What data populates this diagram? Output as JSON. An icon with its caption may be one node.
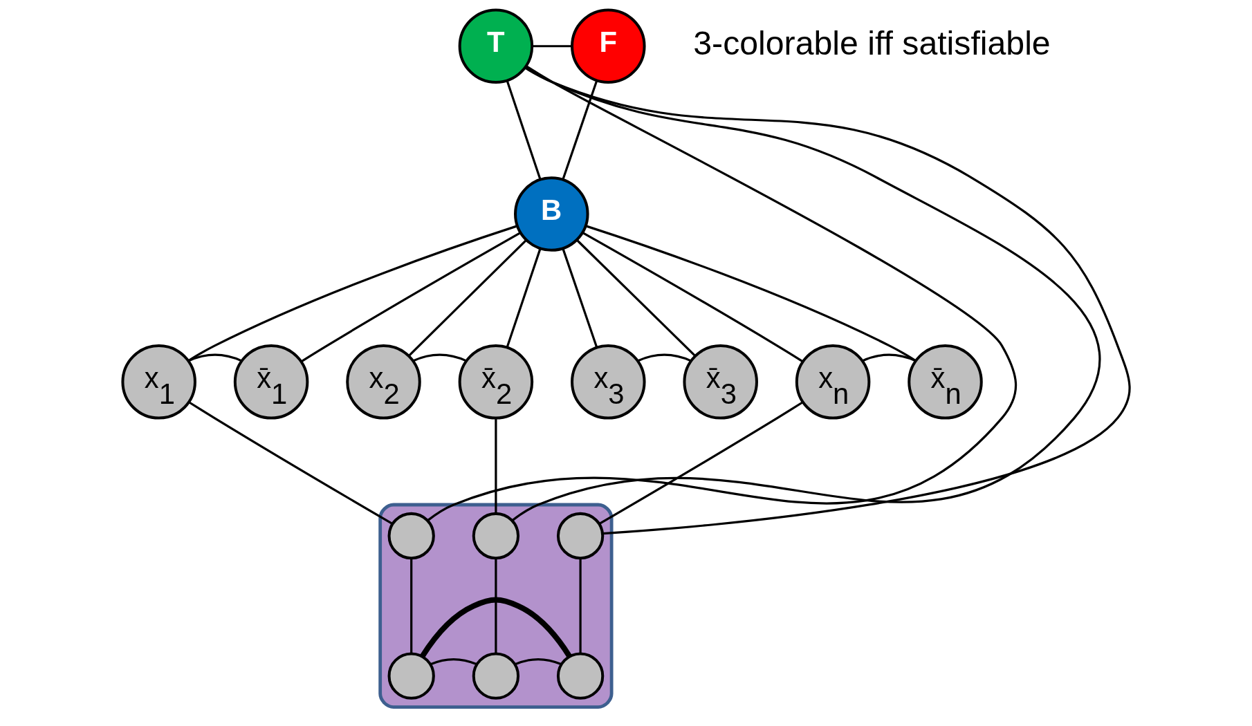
{
  "diagram": {
    "nodes": [
      {
        "text": [
          "T"
        ]
      },
      {
        "text": [
          "F"
        ]
      },
      {
        "text": [
          "B"
        ]
      },
      {
        "text": [
          "x$_{1}$"
        ]
      },
      {
        "text": [
          "x̄$_{1}$"
        ]
      },
      {
        "text": [
          "x$_{2}$"
        ]
      },
      {
        "text": [
          "x̄$_{2}$"
        ]
      },
      {
        "text": [
          "x$_{3}$"
        ]
      },
      {
        "text": [
          "x̄$_{3}$"
        ]
      },
      {
        "text": [
          "x$_{n}$"
        ]
      },
      {
        "text": [
          "x̄$_{n}$"
        ]
      },
      {
        "text": [],
        "shape": "box"
      },
      {
        "text": [],
        "shape": "circle",
        "in": 11
      },
      {
        "text": [],
        "shape": "circle",
        "in": 11
      },
      {
        "text": [],
        "shape": "circle",
        "in": 11
      },
      {
        "text": [],
        "shape": "circle",
        "in": 11
      },
      {
        "text": [],
        "shape": "circle",
        "in": 11
      },
      {
        "text": [],
        "shape": "circle",
        "in": 11
      }
    ],
    "edges": [
      {
        "from": 0,
        "to": 1,
        "arrow": "none"
      },
      {
        "from": 0,
        "to": 2,
        "arrow": "none"
      },
      {
        "from": 1,
        "to": 2,
        "arrow": "none"
      },
      {
        "from": 2,
        "to": 3,
        "arrow": "none"
      },
      {
        "from": 2,
        "to": 4,
        "arrow": "none"
      },
      {
        "from": 2,
        "to": 5,
        "arrow": "none"
      },
      {
        "from": 2,
        "to": 6,
        "arrow": "none"
      },
      {
        "from": 2,
        "to": 7,
        "arrow": "none"
      },
      {
        "from": 2,
        "to": 8,
        "arrow": "none"
      },
      {
        "from": 2,
        "to": 9,
        "arrow": "none"
      },
      {
        "from": 2,
        "to": 10,
        "arrow": "none"
      },
      {
        "from": 3,
        "to": 4,
        "arrow": "none"
      },
      {
        "from": 5,
        "to": 6,
        "arrow": "none"
      },
      {
        "from": 7,
        "to": 8,
        "arrow": "none"
      },
      {
        "from": 9,
        "to": 10,
        "arrow": "none"
      },
      {
        "from": 0,
        "to": 12,
        "arrow": "none"
      },
      {
        "from": 0,
        "to": 13,
        "arrow": "none"
      },
      {
        "from": 0,
        "to": 14,
        "arrow": "none"
      },
      {
        "from": 3,
        "to": 12,
        "arrow": "none"
      },
      {
        "from": 6,
        "to": 13,
        "arrow": "none"
      },
      {
        "from": 9,
        "to": 14,
        "arrow": "none"
      },
      {
        "from": 12,
        "to": 15,
        "arrow": "none"
      },
      {
        "from": 13,
        "to": 16,
        "arrow": "none"
      },
      {
        "from": 14,
        "to": 17,
        "arrow": "none"
      },
      {
        "from": 15,
        "to": 16,
        "arrow": "none"
      },
      {
        "from": 16,
        "to": 17,
        "arrow": "none"
      },
      {
        "from": 15,
        "to": 17,
        "arrow": "none",
        "style": "thick"
      }
    ],
    "labels": [
      "3-colorable iff satisfiable"
    ]
  }
}
